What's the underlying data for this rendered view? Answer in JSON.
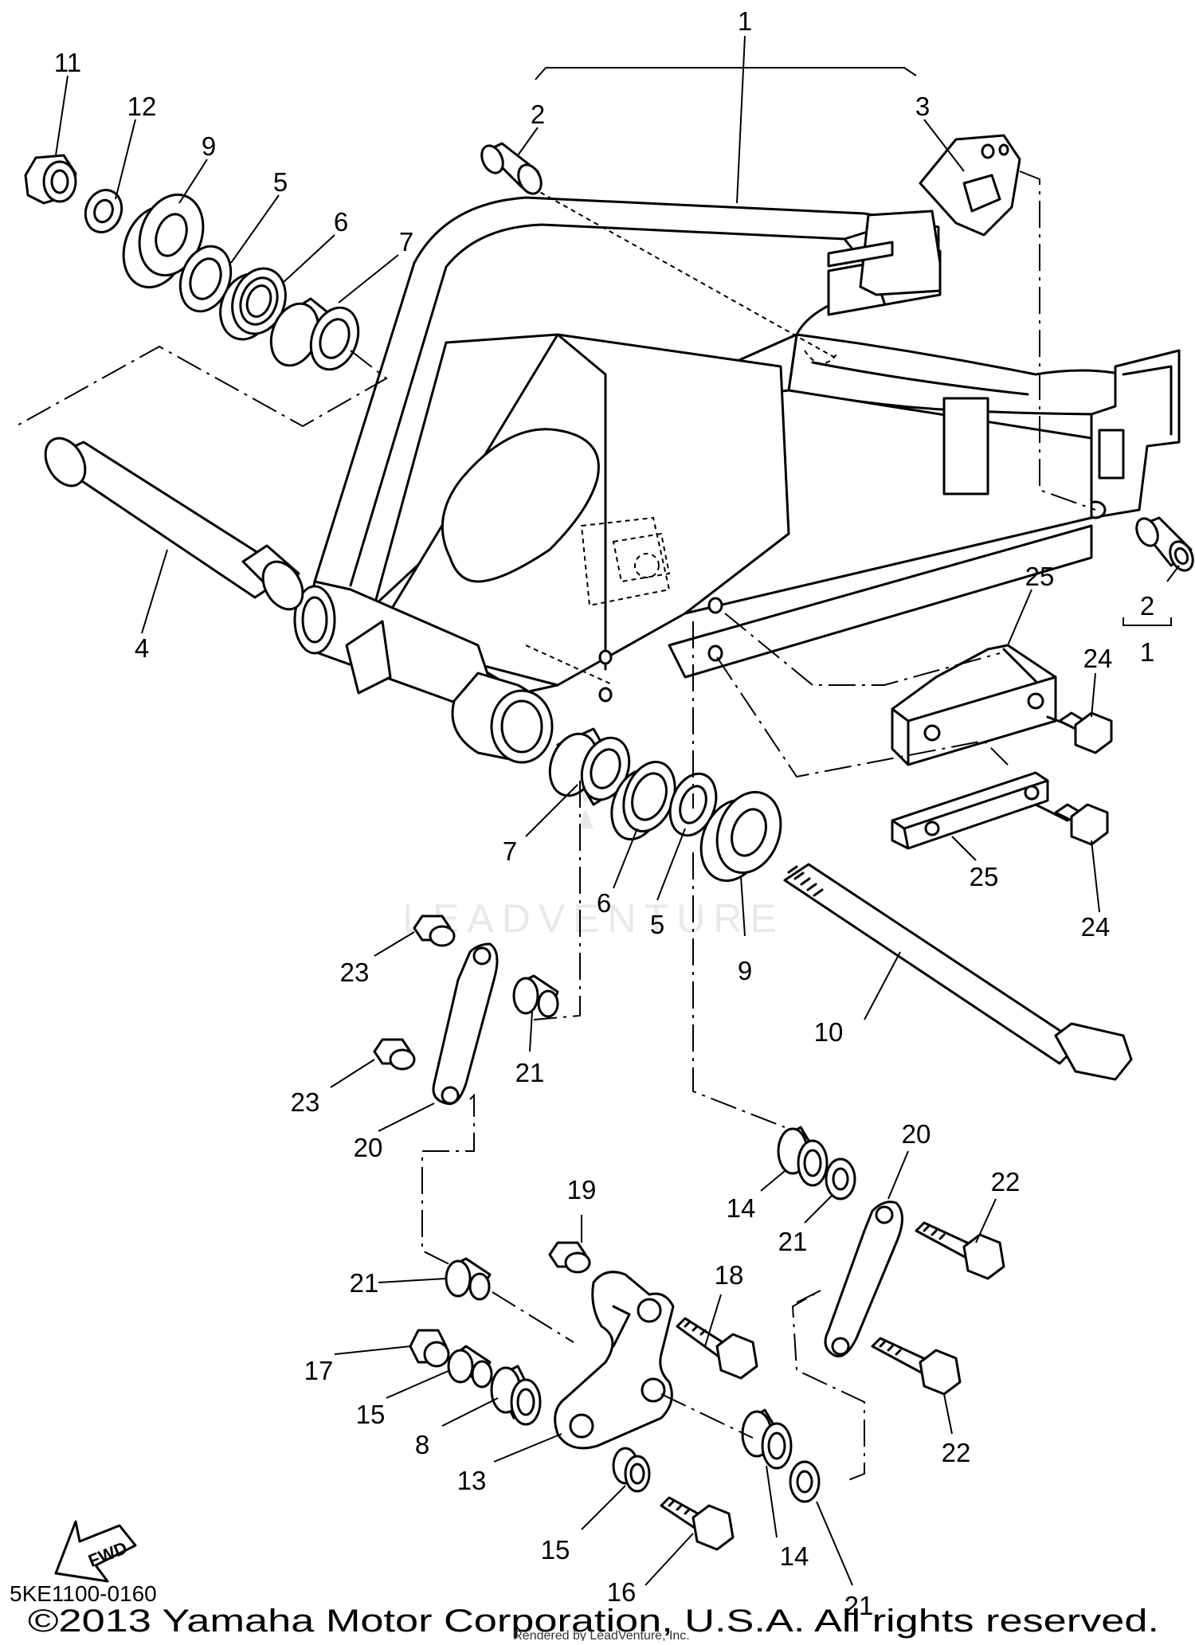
{
  "diagram": {
    "callouts": [
      {
        "id": "c1-top",
        "label": "1"
      },
      {
        "id": "c2-top",
        "label": "2"
      },
      {
        "id": "c3",
        "label": "3"
      },
      {
        "id": "c11",
        "label": "11"
      },
      {
        "id": "c12",
        "label": "12"
      },
      {
        "id": "c9-top",
        "label": "9"
      },
      {
        "id": "c5-top",
        "label": "5"
      },
      {
        "id": "c6-top",
        "label": "6"
      },
      {
        "id": "c7-top",
        "label": "7"
      },
      {
        "id": "c4",
        "label": "4"
      },
      {
        "id": "c2-right",
        "label": "2"
      },
      {
        "id": "c1-right",
        "label": "1"
      },
      {
        "id": "c25-top",
        "label": "25"
      },
      {
        "id": "c24-top",
        "label": "24"
      },
      {
        "id": "c25-bottom",
        "label": "25"
      },
      {
        "id": "c24-bottom",
        "label": "24"
      },
      {
        "id": "c7-mid",
        "label": "7"
      },
      {
        "id": "c6-mid",
        "label": "6"
      },
      {
        "id": "c5-mid",
        "label": "5"
      },
      {
        "id": "c9-mid",
        "label": "9"
      },
      {
        "id": "c10",
        "label": "10"
      },
      {
        "id": "c23-top",
        "label": "23"
      },
      {
        "id": "c21-upper",
        "label": "21"
      },
      {
        "id": "c23-bottom",
        "label": "23"
      },
      {
        "id": "c20-left",
        "label": "20"
      },
      {
        "id": "c14-upper",
        "label": "14"
      },
      {
        "id": "c20-right",
        "label": "20"
      },
      {
        "id": "c22-upper",
        "label": "22"
      },
      {
        "id": "c21-right",
        "label": "21"
      },
      {
        "id": "c19",
        "label": "19"
      },
      {
        "id": "c18",
        "label": "18"
      },
      {
        "id": "c21-left",
        "label": "21"
      },
      {
        "id": "c17",
        "label": "17"
      },
      {
        "id": "c15-upper",
        "label": "15"
      },
      {
        "id": "c8",
        "label": "8"
      },
      {
        "id": "c13",
        "label": "13"
      },
      {
        "id": "c22-lower",
        "label": "22"
      },
      {
        "id": "c15-lower",
        "label": "15"
      },
      {
        "id": "c14-lower",
        "label": "14"
      },
      {
        "id": "c16",
        "label": "16"
      },
      {
        "id": "c21-bottom",
        "label": "21"
      }
    ],
    "fwd_label": "FWD",
    "drawing_number": "5KE1100-0160",
    "copyright": "©2013 Yamaha Motor Corporation, U.S.A. All rights reserved.",
    "watermark": "LEADVENTURE",
    "rendered_by": "Rendered by LeadVenture, Inc."
  }
}
